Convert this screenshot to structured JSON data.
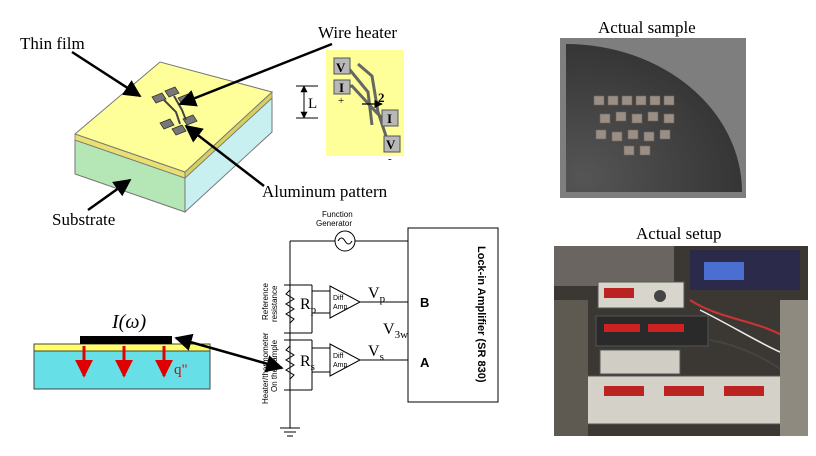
{
  "labels": {
    "thin_film": "Thin film",
    "wire_heater": "Wire heater",
    "aluminum_pattern": "Aluminum pattern",
    "substrate": "Substrate",
    "actual_sample": "Actual sample",
    "actual_setup": "Actual setup"
  },
  "heater_pattern": {
    "pad_v": "V",
    "pad_i": "I",
    "length": "L",
    "width": "2",
    "plus": "+",
    "minus": "-"
  },
  "cross_section": {
    "current": "I(ω)",
    "heat_flux": "q\""
  },
  "circuit": {
    "function_generator": "Function\nGenerator",
    "reference_resistance": "Reference\nresistance",
    "heater_on_sample": "Heater/thermometer\nOn the sample",
    "rp": "R",
    "rp_sub": "p",
    "rs": "R",
    "rs_sub": "s",
    "diff_amp": "Diff\nAmp",
    "vp": "V",
    "vp_sub": "p",
    "vs": "V",
    "vs_sub": "s",
    "v3w": "V",
    "v3w_sub": "3w",
    "input_b": "B",
    "input_a": "A",
    "lockin": "Lock-in Amplifier (SR 830)"
  },
  "colors": {
    "film_top": "#ffff99",
    "film_side": "#e8e070",
    "substrate_side": "#b5e6b5",
    "substrate_front": "#c8f0f0",
    "cross_section_substrate": "#66e0e6",
    "arrow_red": "#e00000",
    "sample_bg": "#3a3a3a"
  }
}
